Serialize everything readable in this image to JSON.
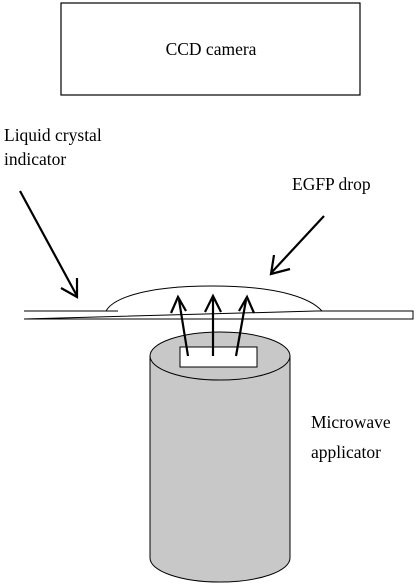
{
  "camera": {
    "label": "CCD camera"
  },
  "indicator": {
    "line1": "Liquid crystal",
    "line2": "indicator"
  },
  "drop": {
    "label": "EGFP drop"
  },
  "applicator": {
    "line1": "Microwave",
    "line2": "applicator"
  },
  "colors": {
    "stroke": "#000000",
    "background": "#ffffff",
    "applicator_fill": "#c8c8c8"
  }
}
